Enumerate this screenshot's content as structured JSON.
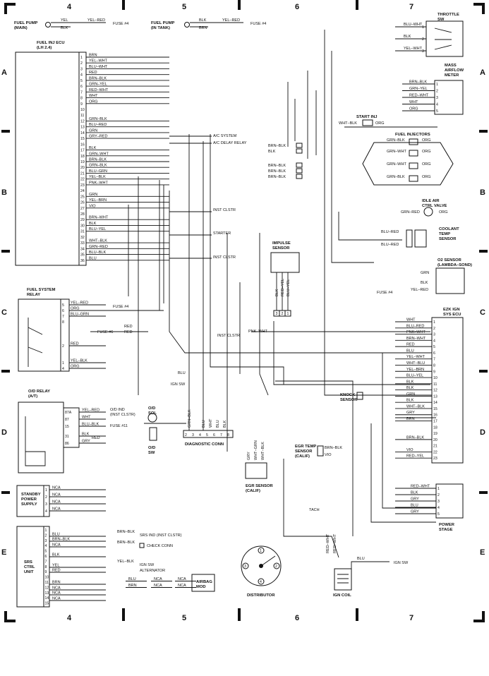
{
  "grid": {
    "columns": [
      "4",
      "5",
      "6",
      "7"
    ],
    "rows": [
      "A",
      "B",
      "C",
      "D",
      "E"
    ]
  },
  "top": {
    "fuel_pump_main": "FUEL PUMP\n(MAIN)",
    "fuel_pump_tank": "FUEL PUMP\n(IN TANK)",
    "fp_main_wires": [
      "YEL",
      "BLK"
    ],
    "fp_main_wire_out": "YEL–RED",
    "fp_main_fuse": "FUSE #4",
    "fp_tank_wires": [
      "BLK",
      "BRN"
    ],
    "fp_tank_wire_out": "YEL–RED",
    "fp_tank_fuse": "FUSE #4"
  },
  "ecu": {
    "title": "FUEL INJ ECU\n(LH 2.4)",
    "pins": [
      {
        "n": "1",
        "w": "BRN"
      },
      {
        "n": "2",
        "w": "YEL–WHT"
      },
      {
        "n": "3",
        "w": "BLU–WHT"
      },
      {
        "n": "4",
        "w": "RED"
      },
      {
        "n": "5",
        "w": "BRN–BLK"
      },
      {
        "n": "6",
        "w": "GRN–YEL"
      },
      {
        "n": "7",
        "w": "RED–WHT"
      },
      {
        "n": "8",
        "w": "WHT"
      },
      {
        "n": "9",
        "w": "ORG"
      },
      {
        "n": "10",
        "w": ""
      },
      {
        "n": "11",
        "w": ""
      },
      {
        "n": "12",
        "w": "GRN–BLK"
      },
      {
        "n": "13",
        "w": "BLU–RED"
      },
      {
        "n": "14",
        "w": "GRN"
      },
      {
        "n": "15",
        "w": "GRY–RED"
      },
      {
        "n": "16",
        "w": ""
      },
      {
        "n": "17",
        "w": "BLK"
      },
      {
        "n": "18",
        "w": "GRN–WHT"
      },
      {
        "n": "19",
        "w": "BRN–BLK"
      },
      {
        "n": "20",
        "w": "GRN–BLK"
      },
      {
        "n": "21",
        "w": "BLU–GRN"
      },
      {
        "n": "22",
        "w": "YEL–BLK"
      },
      {
        "n": "23",
        "w": "PNK–WHT"
      },
      {
        "n": "24",
        "w": ""
      },
      {
        "n": "25",
        "w": "GRN"
      },
      {
        "n": "26",
        "w": "YEL–BRN"
      },
      {
        "n": "27",
        "w": "VIO"
      },
      {
        "n": "28",
        "w": ""
      },
      {
        "n": "29",
        "w": "BRN–WHT"
      },
      {
        "n": "30",
        "w": "BLK"
      },
      {
        "n": "31",
        "w": "BLU–YEL"
      },
      {
        "n": "32",
        "w": ""
      },
      {
        "n": "33",
        "w": "WHT–BLK"
      },
      {
        "n": "34",
        "w": "GRN–RED"
      },
      {
        "n": "35",
        "w": "BLU–BLK"
      },
      {
        "n": "36",
        "w": "BLU"
      }
    ],
    "ac_system": "A/C SYSTEM",
    "ac_delay": "A/C DELAY RELAY",
    "inst_clstr_1": "INST CLSTR",
    "starter": "STARTER",
    "inst_clstr_2": "INST CLSTR"
  },
  "throttle_sw": {
    "title": "THROTTLE\nSW",
    "wires": [
      "BLU–WHT",
      "BLK",
      "YEL–WHT"
    ],
    "pins": [
      "1",
      "2",
      "3"
    ]
  },
  "maf": {
    "title": "MASS\nAIRFLOW\nMETER",
    "wires": [
      "BRN–BLK",
      "GRN–YEL",
      "RED–WHT",
      "WHT",
      "ORG"
    ],
    "pins": [
      "1",
      "2",
      "3",
      "4",
      "5"
    ]
  },
  "start_inj": {
    "title": "START INJ",
    "left": "WHT–BLK",
    "right": "ORG"
  },
  "injectors": {
    "title": "FUEL INJECTORS",
    "left": [
      "GRN–BLK",
      "GRN–WHT",
      "GRN–WHT",
      "GRN–BLK"
    ],
    "right": [
      "ORG",
      "ORG",
      "ORG",
      "ORG"
    ]
  },
  "mid_conn": {
    "upper": [
      "BRN–BLK",
      "BLK"
    ],
    "lower": [
      "BRN–BLK",
      "BRN–BLK",
      "BRN–BLK"
    ]
  },
  "idle_air": {
    "title": "IDLE AIR\nCTRL VALVE",
    "left": "GRN–RED",
    "right": "ORG"
  },
  "coolant": {
    "title": "COOLANT\nTEMP\nSENSOR",
    "wires": [
      "BLU–RED",
      "BLU–RED"
    ]
  },
  "o2": {
    "title": "O2 SENSOR\n(LAMBDA–SOND)",
    "wires": [
      "GRN",
      "BLK",
      "YEL–RED"
    ],
    "fuse": "FUSE #4"
  },
  "impulse": {
    "title": "IMPULSE\nSENSOR",
    "wires": [
      "BLK",
      "RED–YEL",
      "BLU–YEL"
    ],
    "pins": [
      "3",
      "2",
      "1"
    ]
  },
  "ezk": {
    "title": "EZK IGN\nSYS ECU",
    "pins": [
      {
        "n": "1",
        "w": "WHT"
      },
      {
        "n": "2",
        "w": "BLU–RED"
      },
      {
        "n": "3",
        "w": "PNK–WHT"
      },
      {
        "n": "4",
        "w": "BRN–WHT"
      },
      {
        "n": "5",
        "w": "RED"
      },
      {
        "n": "6",
        "w": "BLU"
      },
      {
        "n": "7",
        "w": "YEL–WHT"
      },
      {
        "n": "8",
        "w": "WHT–BLU"
      },
      {
        "n": "9",
        "w": "YEL–BRN"
      },
      {
        "n": "10",
        "w": "BLU–YEL"
      },
      {
        "n": "11",
        "w": "BLK"
      },
      {
        "n": "12",
        "w": "BLK"
      },
      {
        "n": "13",
        "w": "GRN"
      },
      {
        "n": "14",
        "w": "BLK"
      },
      {
        "n": "15",
        "w": "WHT–BLK"
      },
      {
        "n": "16",
        "w": "GRY"
      },
      {
        "n": "17",
        "w": "BRN"
      },
      {
        "n": "18",
        "w": ""
      },
      {
        "n": "19",
        "w": ""
      },
      {
        "n": "20",
        "w": "BRN–BLK"
      },
      {
        "n": "21",
        "w": ""
      },
      {
        "n": "22",
        "w": "VIO"
      },
      {
        "n": "23",
        "w": "RED–YEL"
      }
    ],
    "knock": "KNOCK\nSENSOR",
    "egr_temp": "EGR TEMP\nSENSOR\n(CALIF)",
    "egr_temp_wires": [
      "BRN–BLK",
      "VIO"
    ]
  },
  "fuel_relay": {
    "title": "FUEL SYSTEM\nRELAY",
    "pins": [
      "5",
      "6",
      "7",
      "8",
      "2",
      "1",
      "4"
    ],
    "wires": [
      "YEL–RED",
      "ORG",
      "BLU–GRN",
      "RED",
      "YEL–BLK",
      "ORG"
    ],
    "fuse4": "FUSE #4",
    "fuse6": "FUSE #6",
    "fuse6_wires": [
      "RED",
      "RED"
    ],
    "inst_clstr": "INST CLSTR",
    "inst_wire": "PNK–WHT",
    "ign_sw": "IGN SW",
    "ign_wire": "BLU"
  },
  "od_relay": {
    "title": "O/D RELAY\n(A/T)",
    "pins": [
      "87A",
      "87",
      "15",
      "31",
      "86"
    ],
    "wires": [
      "YEL–RED",
      "WHT",
      "BLU–BLK",
      "BLK",
      "GRY"
    ],
    "od_ind": "O/D IND\n(INST CLSTR)",
    "fuse11": "FUSE #11",
    "od_sol": "O/D\nSOL",
    "od_sw": "O/D\nSW",
    "od_wire2": "RED"
  },
  "diag": {
    "title": "DIAGNOSTIC CONN",
    "pins": [
      "2",
      "3",
      "4",
      "5",
      "6",
      "7",
      "8"
    ],
    "wires": [
      "GRN–BLK",
      "BLU",
      "WHT",
      "BLU",
      "BLK"
    ]
  },
  "egr_sensor": {
    "title": "EGR SENSOR\n(CALIF)",
    "wires": [
      "GRY",
      "WHT–GRN",
      "WHT–BLK"
    ]
  },
  "power_stage": {
    "title": "POWER\nSTAGE",
    "wires": [
      "RED–WHT",
      "BLK",
      "GRY",
      "BLU",
      "GRY"
    ],
    "pins": [
      "1",
      "2",
      "3",
      "4",
      "5"
    ],
    "tach": "TACH"
  },
  "standby": {
    "title": "STANDBY\nPOWER\nSUPPLY",
    "wires": [
      "NCA",
      "NCA",
      "NCA",
      "NCA"
    ],
    "pins": [
      "1",
      "2",
      "3",
      "4"
    ]
  },
  "srs": {
    "title": "SRS\nCTRL\nUNIT",
    "pins": [
      "1",
      "2",
      "3",
      "4",
      "5",
      "6",
      "7",
      "8",
      "9",
      "10",
      "11",
      "12",
      "13",
      "14",
      "15"
    ],
    "wires": [
      "BLU",
      "BRN–BLK",
      "NCA",
      "BLK",
      "YEL",
      "RED",
      "BRN",
      "NCA",
      "NCA",
      "NCA"
    ],
    "srs_inst": "SRS IND (INST CLSTR)",
    "srs_inst_wire": "BRN–BLK",
    "check_conn": "CHECK CONN",
    "check_wire": "BRN–BLK",
    "ign_sw": "IGN SW",
    "alternator": "ALTERNATOR",
    "alt_wire": "YEL–BLK",
    "airbag": "AIRBAG\nMOD",
    "airbag_wires": [
      "BLU",
      "BRN",
      "NCA",
      "NCA",
      "NCA",
      "NCA"
    ]
  },
  "distributor": {
    "title": "DISTRIBUTOR",
    "terminals": [
      "1",
      "2",
      "3",
      "4"
    ]
  },
  "ign_coil": {
    "title": "IGN COIL",
    "wires": [
      "RED–WHT",
      "RED–WHT",
      "BLU"
    ],
    "ign_sw": "IGN SW"
  }
}
